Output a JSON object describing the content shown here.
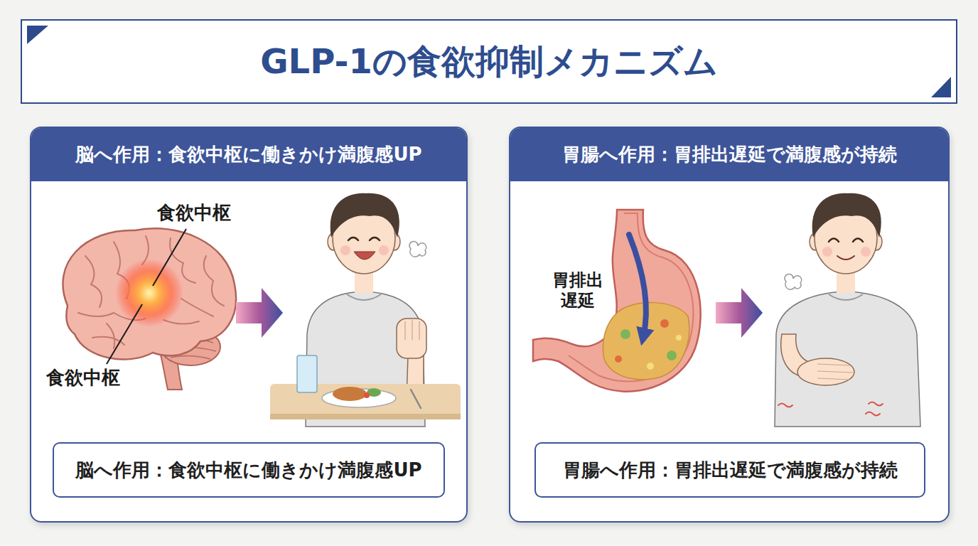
{
  "diagram": {
    "title": "GLP-1の食欲抑制メカニズム",
    "nodes": [
      {
        "text": [
          "脳へ作用：食欲中枢に働きかけ満腹感UP"
        ]
      },
      {
        "text": [
          "脳へ作用：食欲中枢に働きかけ満腹感UP"
        ],
        "in": 0
      },
      {
        "text": [
          "胃腸へ作用：胃排出遅延で満腹感が持続"
        ]
      },
      {
        "text": [
          "胃腸へ作用：胃排出遅延で満腹感が持続"
        ],
        "in": 2
      }
    ],
    "labels": [
      "食欲中枢",
      "食欲中枢",
      "胃排出 遅延"
    ]
  }
}
